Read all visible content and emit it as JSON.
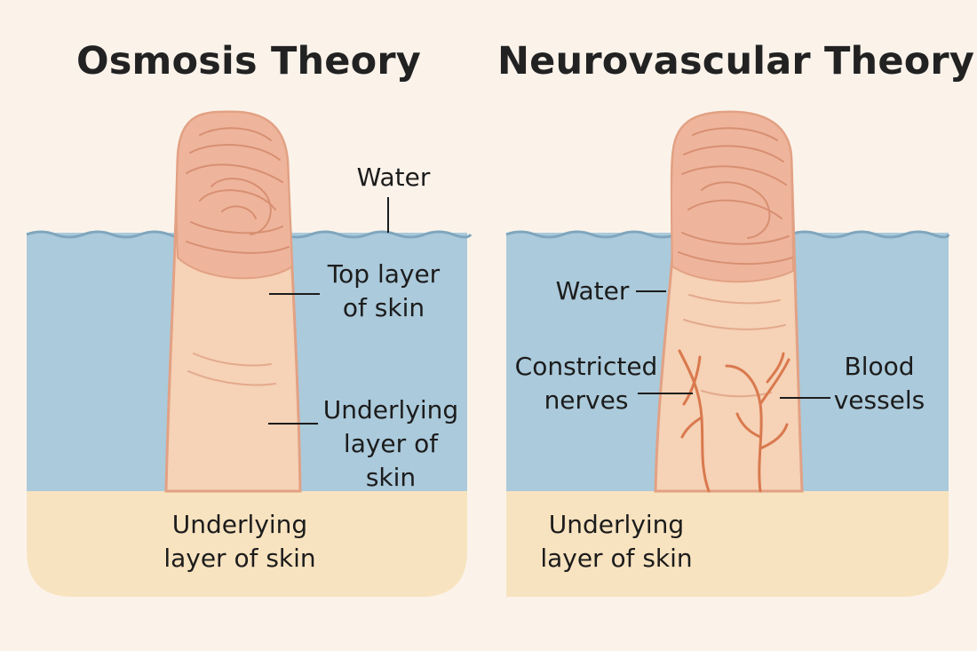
{
  "panels": [
    {
      "title": "Osmosis Theory",
      "labels": {
        "water": "Water",
        "top_layer": [
          "Top layer",
          "of skin"
        ],
        "underlying_right": [
          "Underlying",
          "layer of",
          "skin"
        ],
        "underlying_bottom": [
          "Underlying",
          "layer of skin"
        ]
      }
    },
    {
      "title": "Neurovascular Theory",
      "labels": {
        "water": "Water",
        "constricted_nerves": [
          "Constricted",
          "nerves"
        ],
        "blood_vessels": [
          "Blood",
          "vessels"
        ],
        "underlying_bottom": [
          "Underlying",
          "layer of skin"
        ]
      }
    }
  ],
  "colors": {
    "background": "#fbf3ea",
    "water": "#abcadb",
    "water_line": "#7fa6bd",
    "soil": "#f8e3c0",
    "finger": "#f6d2b6",
    "fingertip": "#eeb59c",
    "finger_outline": "#e2a184",
    "vessels": "#d9794e"
  }
}
